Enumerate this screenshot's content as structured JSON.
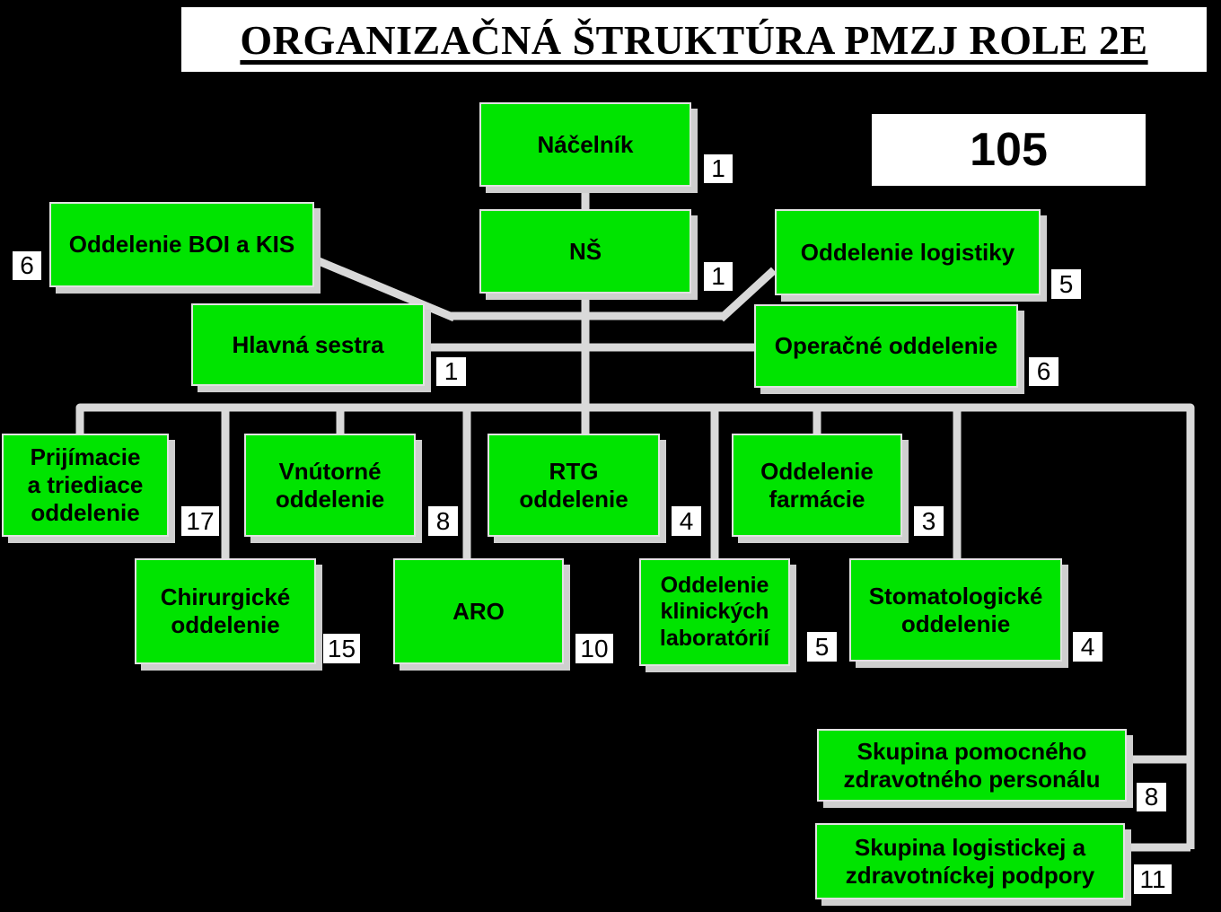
{
  "title": "ORGANIZAČNÁ ŠTRUKTÚRA PMZJ ROLE 2E",
  "total_personnel": "105",
  "colors": {
    "background": "#000000",
    "box_fill": "#00e400",
    "connector": "#d9d9d9",
    "badge_bg": "#ffffff",
    "text": "#000000"
  },
  "nodes": {
    "nacelnik": {
      "label": "Náčelník",
      "count": "1"
    },
    "ns": {
      "label": "NŠ",
      "count": "1"
    },
    "boi_kis": {
      "label": "Oddelenie BOI a KIS",
      "count": "6"
    },
    "logistiky": {
      "label": "Oddelenie logistiky",
      "count": "5"
    },
    "hlavna_sestra": {
      "label": "Hlavná sestra",
      "count": "1"
    },
    "operacne": {
      "label": "Operačné oddelenie",
      "count": "6"
    },
    "prijimacie": {
      "label": [
        "Prijímacie",
        "a triediace",
        "oddelenie"
      ],
      "count": "17"
    },
    "vnutorne": {
      "label": [
        "Vnútorné",
        "oddelenie"
      ],
      "count": "8"
    },
    "rtg": {
      "label": [
        "RTG",
        "oddelenie"
      ],
      "count": "4"
    },
    "farmacie": {
      "label": [
        "Oddelenie",
        "farmácie"
      ],
      "count": "3"
    },
    "chirurgicke": {
      "label": [
        "Chirurgické",
        "oddelenie"
      ],
      "count": "15"
    },
    "aro": {
      "label": "ARO",
      "count": "10"
    },
    "klinicke_lab": {
      "label": [
        "Oddelenie",
        "klinických",
        "laboratórií"
      ],
      "count": "5"
    },
    "stomatologicke": {
      "label": [
        "Stomatologické",
        "oddelenie"
      ],
      "count": "4"
    },
    "skupina_pomocneho": {
      "label": [
        "Skupina pomocného",
        "zdravotného personálu"
      ],
      "count": "8"
    },
    "skupina_logistickej": {
      "label": [
        "Skupina logistickej a",
        "zdravotníckej podpory"
      ],
      "count": "11"
    }
  }
}
